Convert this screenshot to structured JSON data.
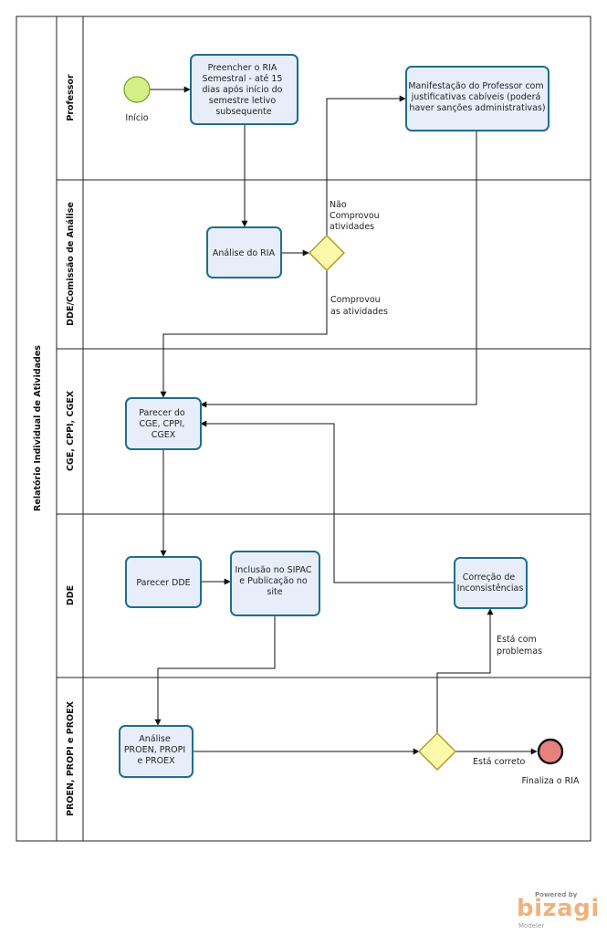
{
  "pool": {
    "title": "Relatório Individual de Atividades"
  },
  "lanes": [
    {
      "id": "professor",
      "label": "Professor"
    },
    {
      "id": "dde_comissao",
      "label": "DDE/Comissão de Análise"
    },
    {
      "id": "cge",
      "label": "CGE, CPPI, CGEX"
    },
    {
      "id": "dde",
      "label": "DDE"
    },
    {
      "id": "proen",
      "label": "PROEN, PROPI e PROEX"
    }
  ],
  "events": {
    "start": {
      "label": "Início",
      "color": "#d4ef86"
    },
    "end": {
      "label": "Finaliza o RIA",
      "color": "#e88080"
    }
  },
  "tasks": {
    "preencher": [
      "Preencher o  RIA",
      "Semestral - até 15",
      "dias após início do",
      "semestre letivo",
      "subsequente"
    ],
    "manifestacao": [
      "Manifestação do Professor com",
      "justificativas cabíveis (poderá",
      "haver sanções administrativas)"
    ],
    "analise_ria": [
      "Análise do RIA"
    ],
    "parecer_cge": [
      "Parecer do",
      "CGE, CPPI,",
      "CGEX"
    ],
    "parecer_dde": [
      "Parecer DDE"
    ],
    "inclusao": [
      "Inclusão no SIPAC",
      "e Publicação no",
      "site"
    ],
    "correcao": [
      "Correção de",
      "Inconsistências"
    ],
    "analise_proen": [
      "Análise",
      "PROEN, PROPI",
      "e PROEX"
    ]
  },
  "flow_labels": {
    "nao_comprovou": [
      "Não",
      "Comprovou",
      "atividades"
    ],
    "comprovou": [
      "Comprovou",
      "as atividades"
    ],
    "esta_com_problemas": [
      "Está com",
      "problemas"
    ],
    "esta_correto": [
      "Está correto"
    ]
  },
  "branding": {
    "powered_by": "Powered by",
    "name": "bizagi",
    "product": "Modeler"
  },
  "colors": {
    "task_fill": "#e8eef9",
    "task_stroke": "#1f6e8c",
    "gateway_fill": "#fbf8a9",
    "gateway_stroke": "#a79b23"
  }
}
